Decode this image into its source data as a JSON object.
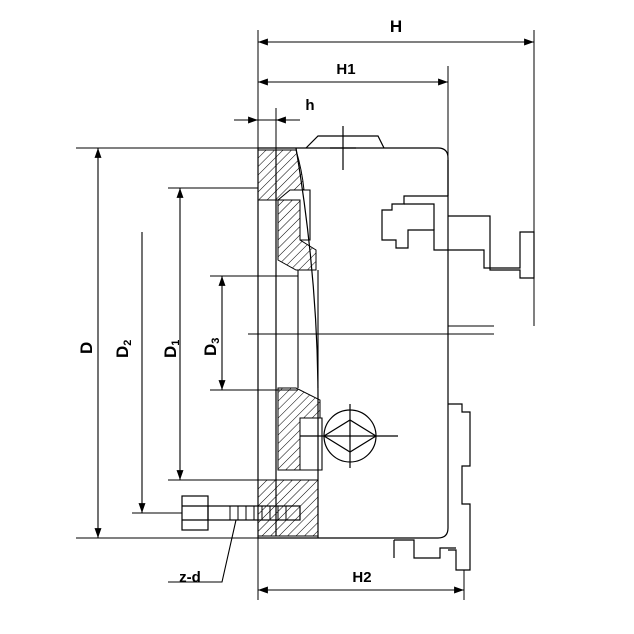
{
  "labels": {
    "H": "H",
    "H1": "H1",
    "h": "h",
    "H2": "H2",
    "D": "D",
    "D2_main": "D",
    "D2_sub": "2",
    "D1_main": "D",
    "D1_sub": "1",
    "D3_main": "D",
    "D3_sub": "3",
    "zd": "z-d"
  },
  "colors": {
    "line": "#000000",
    "background": "#ffffff"
  }
}
